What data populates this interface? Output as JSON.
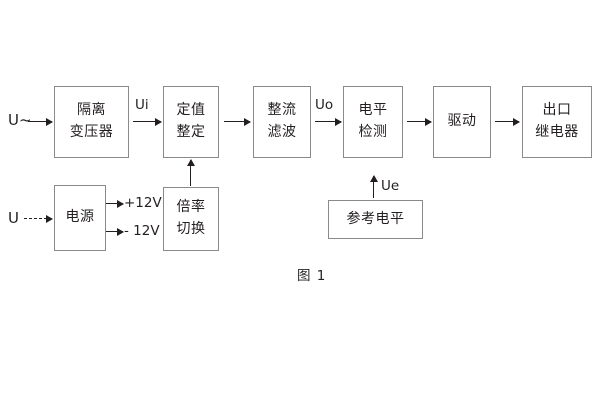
{
  "diagram": {
    "caption": "图 1",
    "blocks": {
      "isolation_transformer": {
        "line1": "隔离",
        "line2": "变压器"
      },
      "setting_value": {
        "line1": "定值",
        "line2": "整定"
      },
      "rectify_filter": {
        "line1": "整流",
        "line2": "滤波"
      },
      "level_detect": {
        "line1": "电平",
        "line2": "检测"
      },
      "drive": {
        "line1": "驱动"
      },
      "output_relay": {
        "line1": "出口",
        "line2": "继电器"
      },
      "power_supply": {
        "line1": "电源"
      },
      "multiplier_switch": {
        "line1": "倍率",
        "line2": "切换"
      },
      "reference_level": {
        "line1": "参考电平"
      }
    },
    "labels": {
      "input_ac": "U~",
      "input_dc": "U",
      "ui": "Ui",
      "uo": "Uo",
      "ue": "Ue",
      "plus_12v": "+12V",
      "minus_12v": "- 12V"
    },
    "colors": {
      "ink": "#231f20",
      "border": "#8a8a8a",
      "background": "#ffffff"
    }
  }
}
